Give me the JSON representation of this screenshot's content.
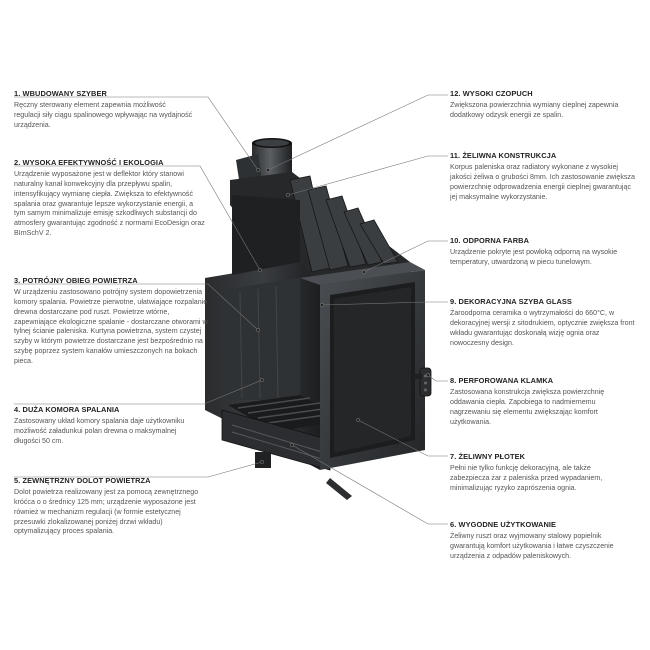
{
  "callouts": [
    {
      "id": "1",
      "title": "1. WBUDOWANY SZYBER",
      "desc": "Ręczny sterowany element zapewnia możliwość regulacji siły ciągu spalinowego wpływając na wydajność urządzenia."
    },
    {
      "id": "2",
      "title": "2. WYSOKA EFEKTYWNOŚĆ I EKOLOGIA",
      "desc": "Urządzenie wyposażone jest w deflektor który stanowi naturalny kanał konwekcyjny dla przepływu spalin, intensyfikujący wymianę ciepła. Zwiększa to efektywność spalania oraz gwarantuje lepsze wykorzystanie energii, a tym samym minimalizuje emisję szkodliwych substancji do atmosfery gwarantując zgodność z normami EcoDesign oraz BImSchV 2."
    },
    {
      "id": "3",
      "title": "3. POTRÓJNY OBIEG POWIETRZA",
      "desc": "W urządzeniu zastosowano potrójny system dopowietrzenia komory spalania. Powietrze pierwotne, ułatwiające rozpalanie drewna dostarczane pod ruszt. Powietrze wtórne, zapewniające ekologiczne spalanie - dostarczane otworami w tylnej ścianie paleniska. Kurtyna powietrzna, system czystej szyby w którym powietrze dostarczane jest bezpośrednio na szybę poprzez system kanałów umieszczonych na bokach pieca."
    },
    {
      "id": "4",
      "title": "4. DUŻA KOMORA SPALANIA",
      "desc": "Zastosowany układ komory spalania daje użytkowniku możliwość załadunkui polan drewna o maksymalnej długości 50 cm."
    },
    {
      "id": "5",
      "title": "5. ZEWNĘTRZNY DOLOT POWIETRZA",
      "desc": "Dolot powietrza realizowany jest za pomocą zewnętrznego króćca o o średnicy 125 mm; urządzenie wyposażone jest również w mechanizm regulacji (w formie estetycznej przesuwki zlokalizowanej poniżej drzwi wkładu) optymalizujący proces spalania."
    },
    {
      "id": "12",
      "title": "12. WYSOKI CZOPUCH",
      "desc": "Zwiększona powierzchnia wymiany cieplnej zapewnia dodatkowy odzysk energii ze spalin."
    },
    {
      "id": "11",
      "title": "11. ŻELIWNA KONSTRUKCJA",
      "desc": "Korpus paleniska oraz radiatory wykonane z wysokiej jakości żeliwa o grubości 8mm. Ich zastosowanie zwiększa powierzchnię odprowadzenia energii cieplnej gwarantując jej maksymalne wykorzystanie."
    },
    {
      "id": "10",
      "title": "10. ODPORNA FARBA",
      "desc": "Urządzenie pokryte jest powłoką odporną na wysokie temperatury, utwardzoną w piecu tunelowym."
    },
    {
      "id": "9",
      "title": "9. DEKORACYJNA SZYBA GLASS",
      "desc": "Żaroodporna ceramika o wytrzymałości do 660°C, w dekoracyjnej wersji z sitodrukiem, optycznie zwiększa front wkładu gwarantując doskonałą wizję ognia oraz nowoczesny design."
    },
    {
      "id": "8",
      "title": "8. PERFOROWANA KLAMKA",
      "desc": "Zastosowana konstrukcja zwiększa powierzchnię oddawania ciepła. Zapobiega to nadmiernemu nagrzewaniu się elementu zwiększając komfort użytkowania."
    },
    {
      "id": "7",
      "title": "7. ŻELIWNY PŁOTEK",
      "desc": "Pełni nie tylko funkcję dekoracyjną, ale także zabezpiecza żar z paleniska przed wypadaniem, minimalizując ryzyko zaprószenia ognia."
    },
    {
      "id": "6",
      "title": "6. WYGODNE UŻYTKOWANIE",
      "desc": "Żeliwny ruszt oraz wyjmowany stalowy popielnik gwarantują komfort użytkowania i łatwe czyszczenie urządzenia z odpadów paleniskowych."
    }
  ],
  "colors": {
    "metal_dark": "#1f2123",
    "metal_mid": "#34373a",
    "metal_light": "#55595d",
    "leader": "#777777"
  }
}
